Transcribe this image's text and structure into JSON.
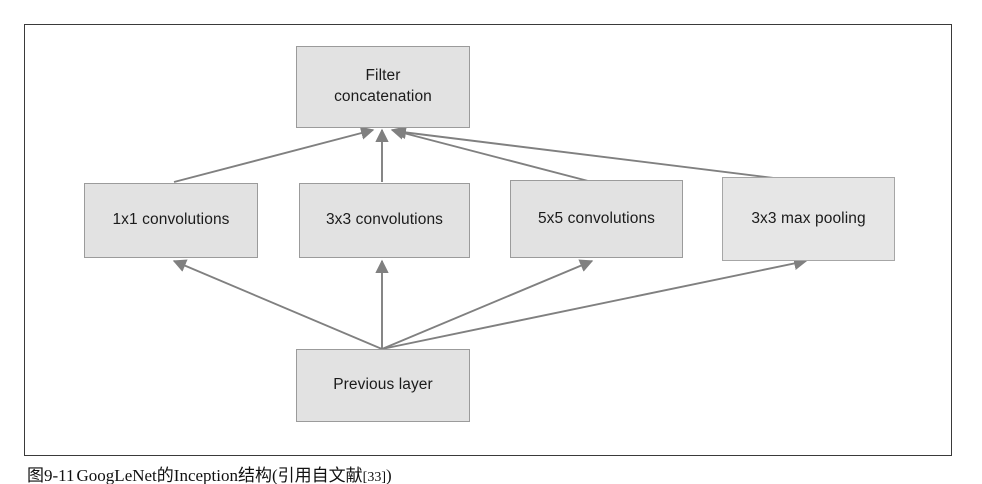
{
  "figure": {
    "type": "diagram",
    "subject": "Inception module (naive version) of GoogLeNet",
    "frame_border_color": "#3a3a3a",
    "background_color": "#ffffff",
    "node_fill_color": "#e2e2e2",
    "node_border_color": "#9b9b9b",
    "arrow_color": "#808080",
    "text_color": "#1b1b1b"
  },
  "nodes": {
    "top": {
      "id": "filter-concatenation",
      "label": "Filter\nconcatenation"
    },
    "branches": [
      {
        "id": "conv-1x1",
        "label": "1x1 convolutions"
      },
      {
        "id": "conv-3x3",
        "label": "3x3 convolutions"
      },
      {
        "id": "conv-5x5",
        "label": "5x5 convolutions"
      },
      {
        "id": "maxpool-3x3",
        "label": "3x3 max pooling"
      }
    ],
    "bottom": {
      "id": "previous-layer",
      "label": "Previous layer"
    }
  },
  "edges": [
    {
      "from": "previous-layer",
      "to": "conv-1x1"
    },
    {
      "from": "previous-layer",
      "to": "conv-3x3"
    },
    {
      "from": "previous-layer",
      "to": "conv-5x5"
    },
    {
      "from": "previous-layer",
      "to": "maxpool-3x3"
    },
    {
      "from": "conv-1x1",
      "to": "filter-concatenation"
    },
    {
      "from": "conv-3x3",
      "to": "filter-concatenation"
    },
    {
      "from": "conv-5x5",
      "to": "filter-concatenation"
    },
    {
      "from": "maxpool-3x3",
      "to": "filter-concatenation"
    }
  ],
  "caption": {
    "number": "图9-11",
    "text": "GoogLeNet的Inception结构(引用自文献",
    "reference": "[33]",
    "closing": ")"
  }
}
